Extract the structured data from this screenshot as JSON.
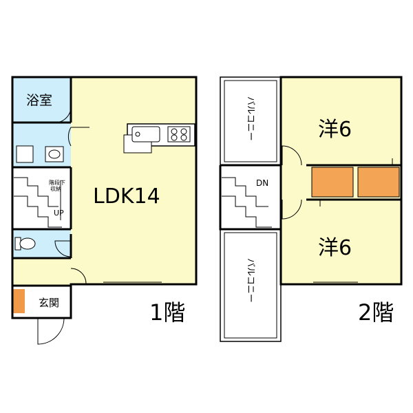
{
  "floor1": {
    "label": "1階",
    "rooms": {
      "bath": "浴室",
      "ldk": "LDK14",
      "under_stair_storage_line1": "階段下",
      "under_stair_storage_line2": "収納",
      "stair_up": "UP",
      "entrance": "玄関"
    }
  },
  "floor2": {
    "label": "2階",
    "rooms": {
      "western_room_1": "洋6",
      "western_room_2": "洋6",
      "stair_down": "DN",
      "balcony_top": "バルコニー",
      "balcony_bottom": "バルコニー"
    }
  },
  "colors": {
    "room_fill": "#fcfac9",
    "wet_area_fill": "#cdeefa",
    "closet_fill": "#f3a455",
    "entrance_tile": "#f09a49",
    "balcony_fill": "#ffffff",
    "wall": "#000000"
  }
}
